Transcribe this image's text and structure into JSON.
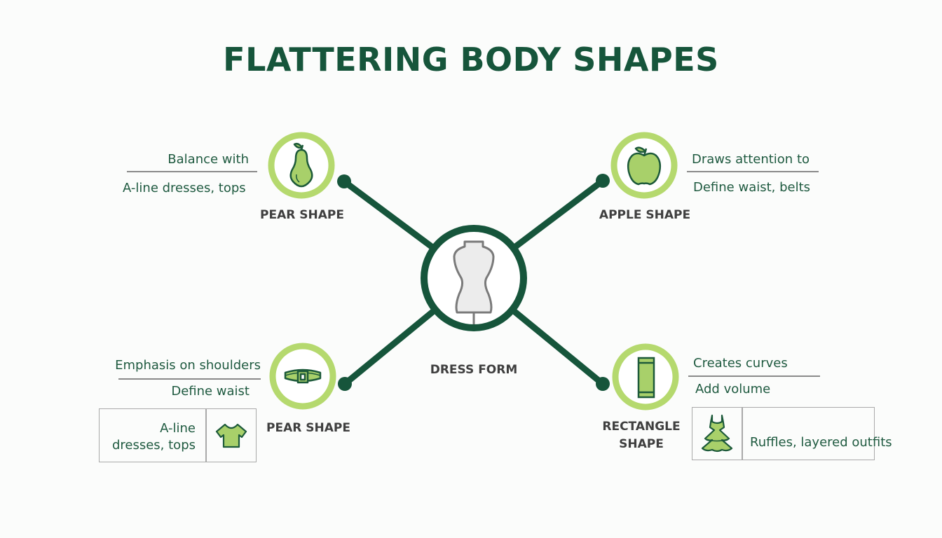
{
  "title": "FLATTERING BODY SHAPES",
  "colors": {
    "title": "#16553b",
    "connector": "#16553b",
    "ring_light": "#b5d96e",
    "icon_fill": "#a8d06a",
    "icon_stroke": "#1d5a3a",
    "body_text": "#1f5a40",
    "label_text": "#3f3f3f",
    "rule": "#8a8a8a"
  },
  "center": {
    "label": "DRESS FORM",
    "icon": "dress-form-icon"
  },
  "nodes": {
    "top_left": {
      "label": "PEAR SHAPE",
      "icon": "pear-icon",
      "line1": "Balance with",
      "line2": "A-line dresses, tops"
    },
    "top_right": {
      "label": "APPLE SHAPE",
      "icon": "apple-icon",
      "line1": "Draws attention to",
      "line2": "Define waist, belts"
    },
    "bottom_left": {
      "label": "PEAR SHAPE",
      "icon": "belt-icon",
      "line1": "Emphasis on shoulders",
      "line2": "Define waist",
      "box_text_1": "A-line",
      "box_text_2": "dresses, tops",
      "box_icon": "top-shirt-icon"
    },
    "bottom_right": {
      "label_1": "RECTANGLE",
      "label_2": "SHAPE",
      "icon": "rectangle-icon",
      "line1": "Creates curves",
      "line2": "Add volume",
      "box_text": "Ruffles, layered outfits",
      "box_icon": "ruffle-dress-icon"
    }
  }
}
